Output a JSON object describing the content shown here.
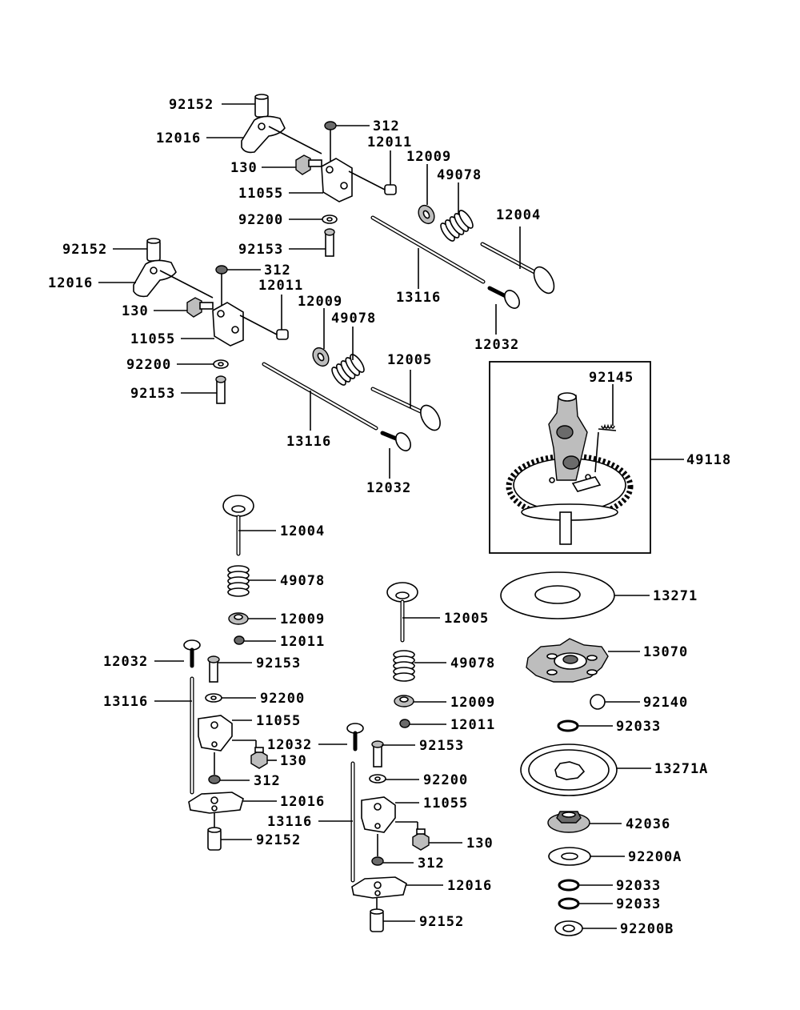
{
  "diagram": {
    "labels": {
      "tl_92152": "92152",
      "tl_12016": "12016",
      "tl_312": "312",
      "tl_12011": "12011",
      "tl_130": "130",
      "tl_11055": "11055",
      "tl_12009": "12009",
      "tl_49078": "49078",
      "tl_92200": "92200",
      "tl_12004": "12004",
      "tl_92153": "92153",
      "tl_13116": "13116",
      "tl_12032": "12032",
      "ml_92152": "92152",
      "ml_12016": "12016",
      "ml_312": "312",
      "ml_12011": "12011",
      "ml_130": "130",
      "ml_12009": "12009",
      "ml_49078": "49078",
      "ml_11055": "11055",
      "ml_12005": "12005",
      "ml_92200": "92200",
      "ml_92153": "92153",
      "ml_13116": "13116",
      "ml_12032": "12032",
      "cam_92145": "92145",
      "cam_49118": "49118",
      "bl_12004": "12004",
      "bl_49078": "49078",
      "bl_12009": "12009",
      "bl_12011": "12011",
      "bl_12032": "12032",
      "bl_92153": "92153",
      "bl_13116": "13116",
      "bl_92200": "92200",
      "bl_11055": "11055",
      "bl_130": "130",
      "bl_312": "312",
      "bl_12016": "12016",
      "bl_92152": "92152",
      "bm_12005": "12005",
      "bm_49078": "49078",
      "bm_12009": "12009",
      "bm_12011": "12011",
      "bm_12032": "12032",
      "bm_92153": "92153",
      "bm_92200": "92200",
      "bm_11055": "11055",
      "bm_13116": "13116",
      "bm_130": "130",
      "bm_312": "312",
      "bm_12016": "12016",
      "bm_92152": "92152",
      "r_13271": "13271",
      "r_13070": "13070",
      "r_92140": "92140",
      "r_92033a": "92033",
      "r_13271A": "13271A",
      "r_42036": "42036",
      "r_92200A": "92200A",
      "r_92033b": "92033",
      "r_92033c": "92033",
      "r_92200B": "92200B"
    }
  }
}
